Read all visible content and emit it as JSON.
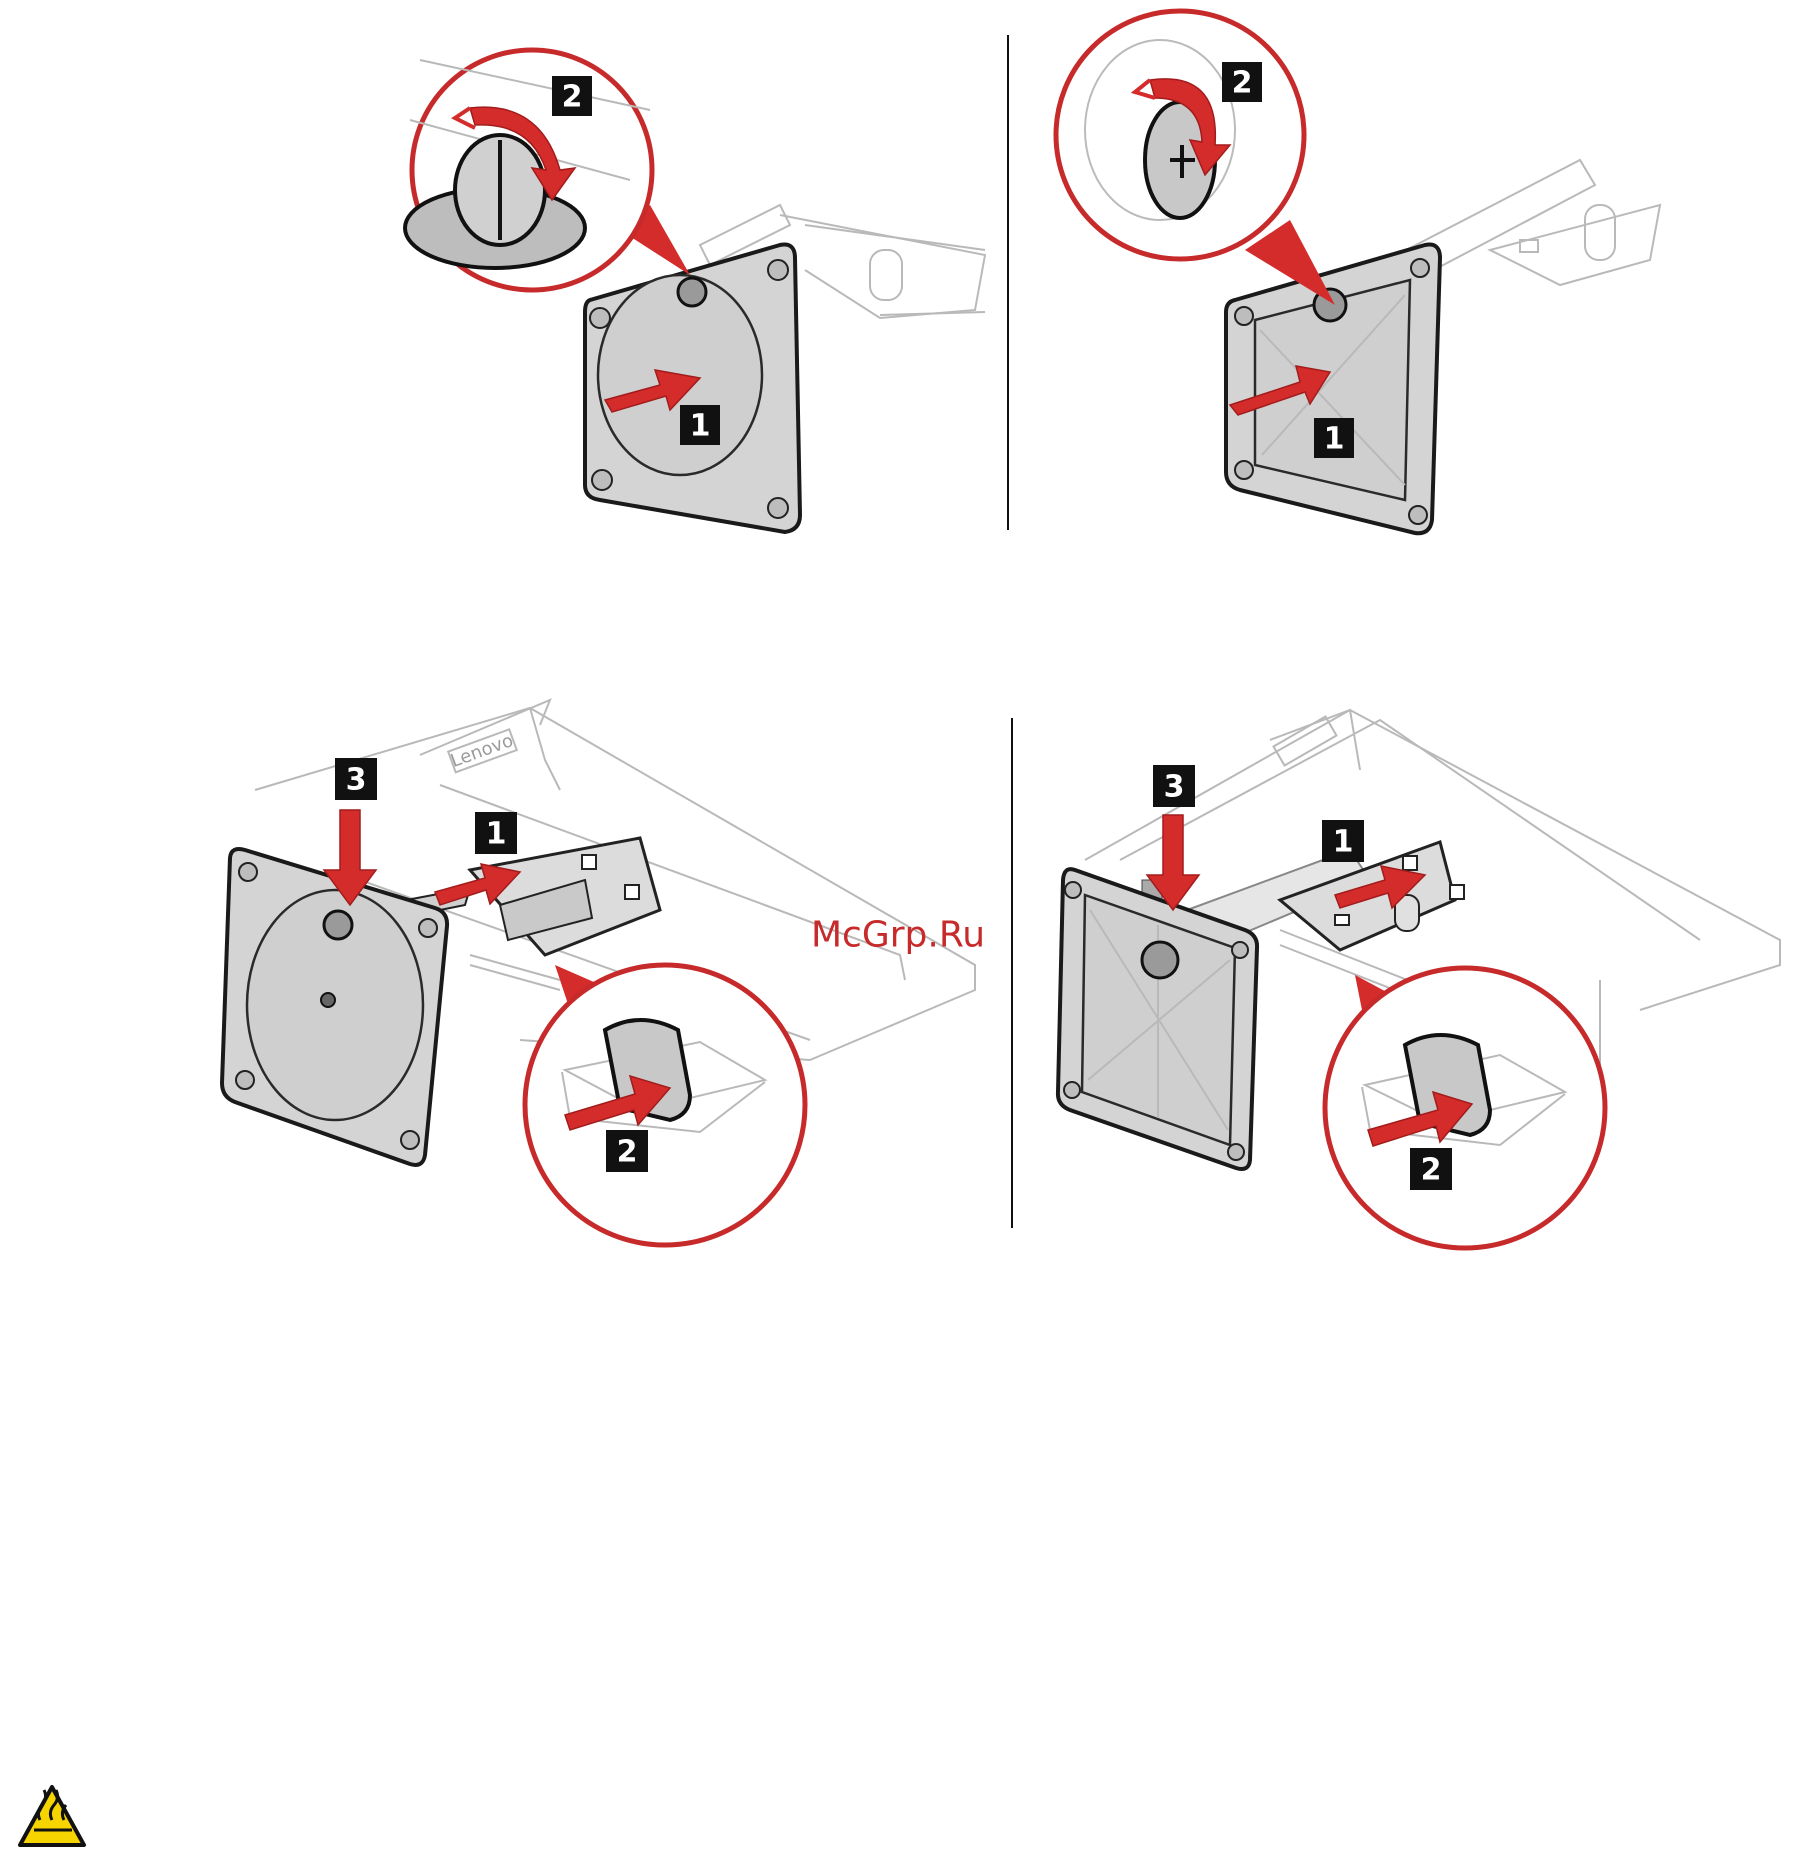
{
  "diagrams": [
    {
      "id": "top-left",
      "steps": [
        "1",
        "2"
      ]
    },
    {
      "id": "top-right",
      "steps": [
        "1",
        "2"
      ]
    },
    {
      "id": "bottom-left",
      "steps": [
        "1",
        "2",
        "3"
      ],
      "logo": "Lenovo"
    },
    {
      "id": "bottom-right",
      "steps": [
        "1",
        "2",
        "3"
      ]
    }
  ],
  "watermark": "McGrp.Ru",
  "colors": {
    "accent_red": "#d42b2b",
    "callout_ring": "#c72a2a",
    "badge": "#111111",
    "warning_yellow": "#f5d400"
  },
  "footer_icon": "hot-surface-warning-icon"
}
